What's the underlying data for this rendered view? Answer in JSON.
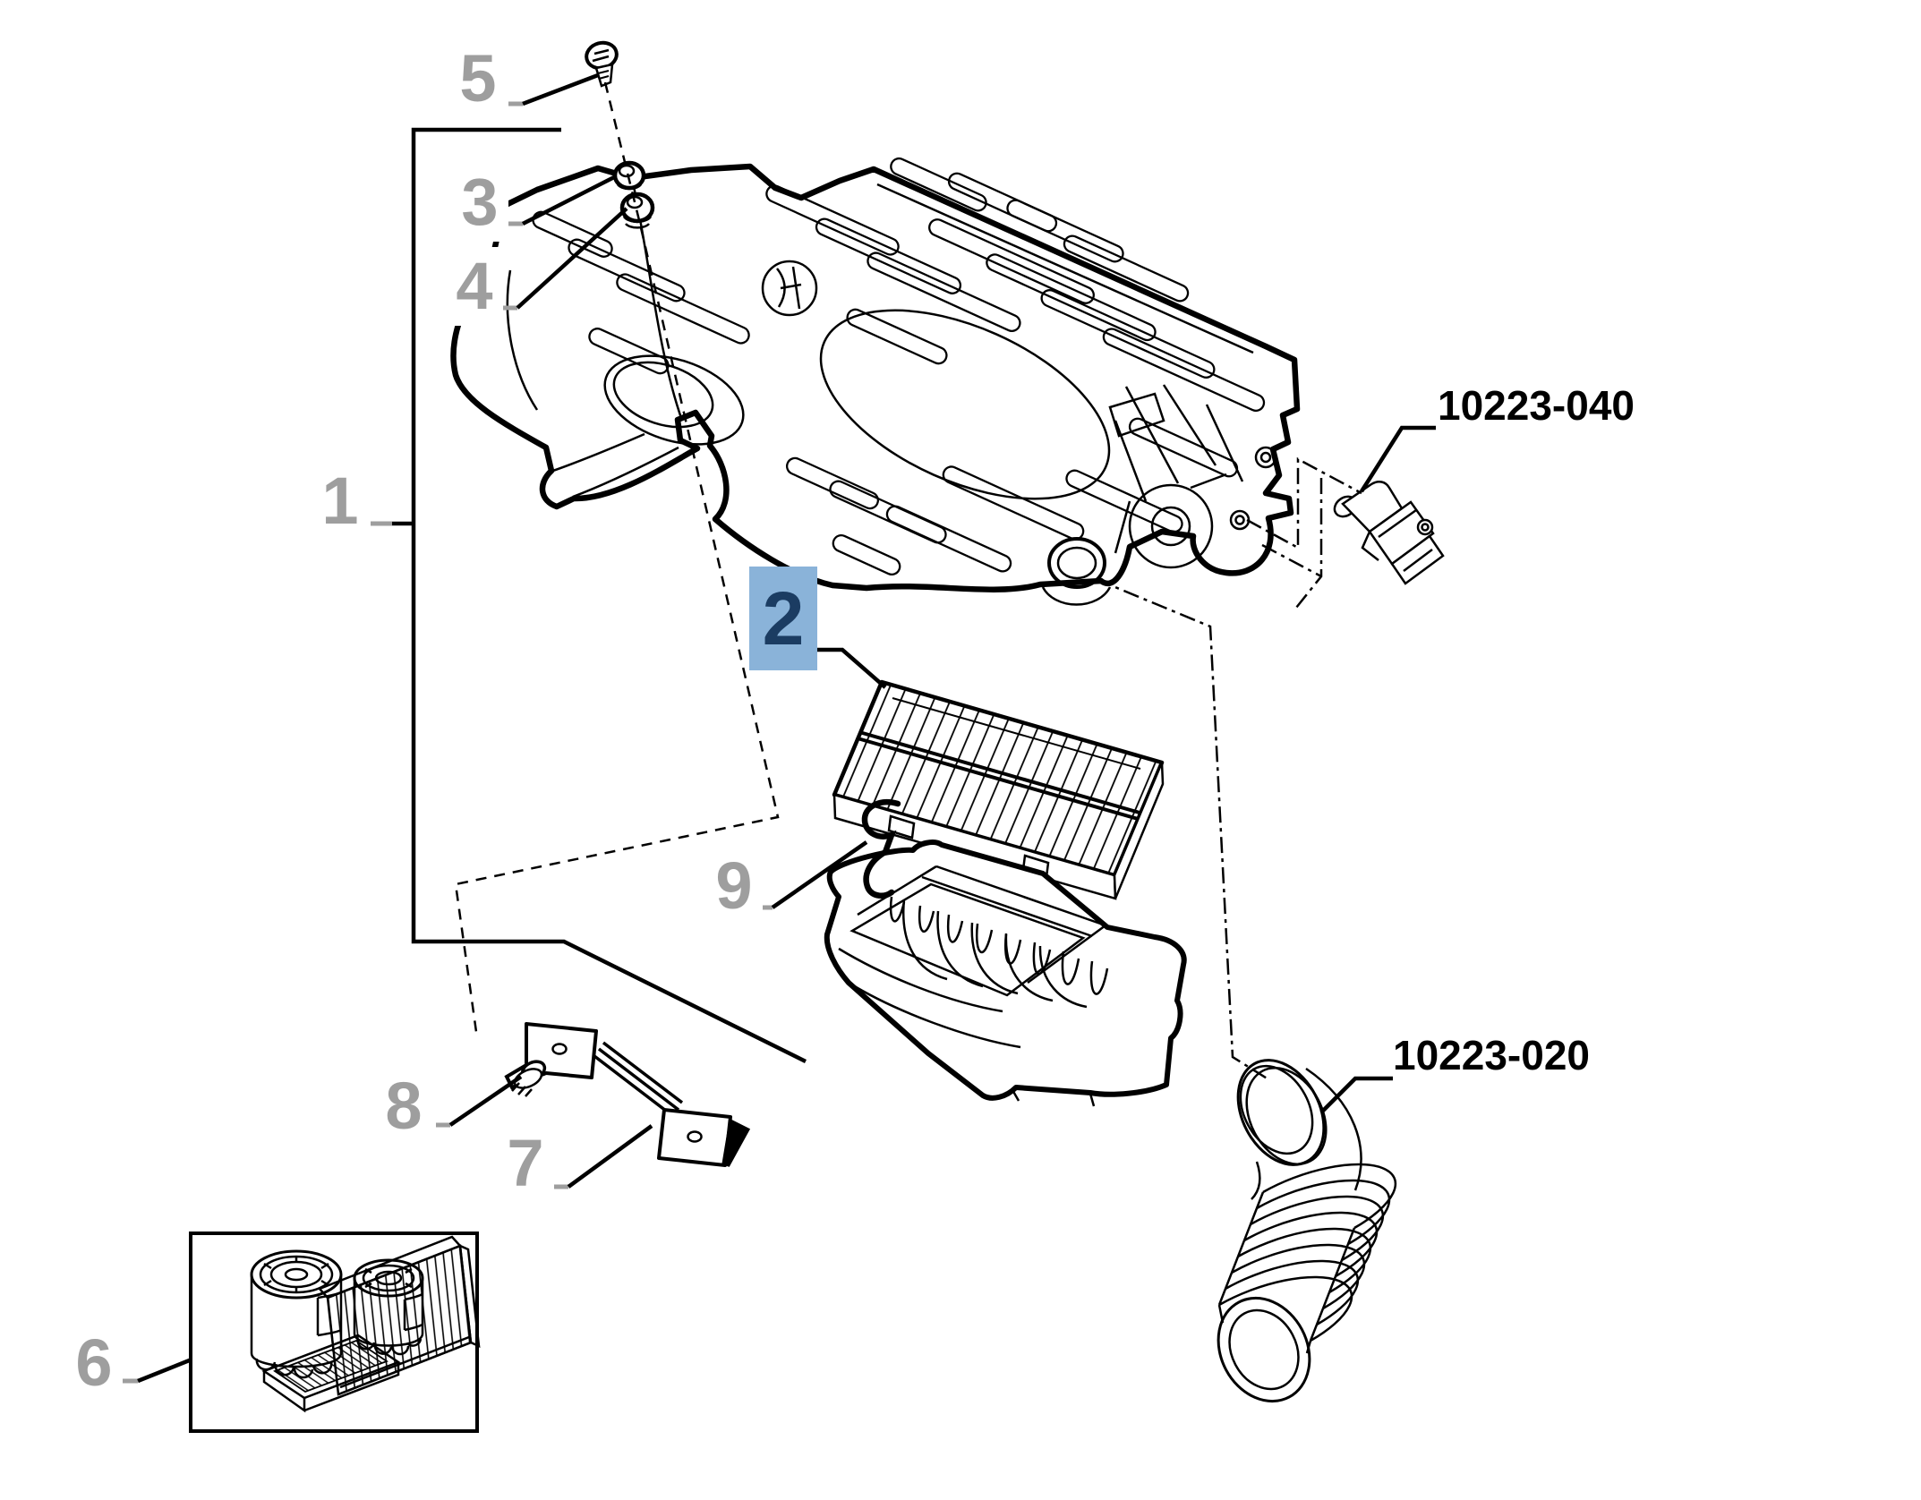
{
  "diagram": {
    "callouts": [
      {
        "label": "1",
        "highlighted": false
      },
      {
        "label": "2",
        "highlighted": true
      },
      {
        "label": "3",
        "highlighted": false
      },
      {
        "label": "4",
        "highlighted": false
      },
      {
        "label": "5",
        "highlighted": false
      },
      {
        "label": "6",
        "highlighted": false
      },
      {
        "label": "7",
        "highlighted": false
      },
      {
        "label": "8",
        "highlighted": false
      },
      {
        "label": "9",
        "highlighted": false
      }
    ],
    "part_references": [
      {
        "label": "10223-040"
      },
      {
        "label": "10223-020"
      }
    ],
    "colors": {
      "background": "#ffffff",
      "line": "#000000",
      "callout_gray": "#9e9e9e",
      "highlight_bg": "#8ab3d9",
      "highlight_text": "#1b3c62"
    }
  }
}
